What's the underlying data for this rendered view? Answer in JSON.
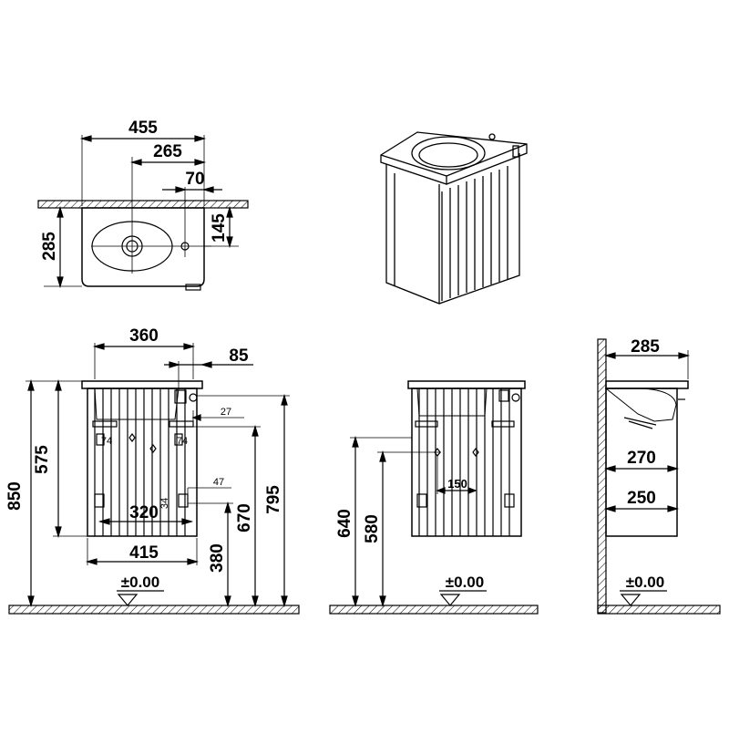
{
  "top_view": {
    "width_overall": "455",
    "drain_offset": "265",
    "tap_offset": "70",
    "tap_depth": "145",
    "depth": "285"
  },
  "front_view": {
    "width_top": "360",
    "edge_offset": "85",
    "small_27": "27",
    "small_74_left": "74",
    "small_74_right": "74",
    "small_47": "47",
    "small_34": "34",
    "inner_width": "320",
    "base_width": "415",
    "height_850": "850",
    "height_575": "575",
    "height_380": "380",
    "height_670": "670",
    "height_795": "795",
    "level": "±0.00"
  },
  "middle_view": {
    "height_640": "640",
    "height_580": "580",
    "hole_spacing": "150",
    "level": "±0.00"
  },
  "side_view": {
    "depth_top": "285",
    "depth_mid": "270",
    "depth_low": "250",
    "level": "±0.00"
  }
}
